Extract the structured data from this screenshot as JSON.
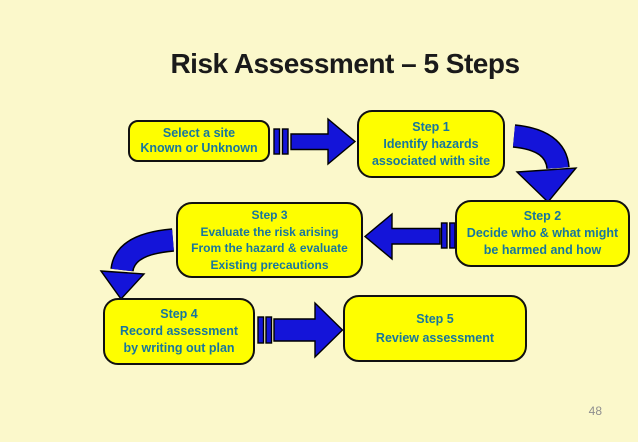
{
  "slide": {
    "title": "Risk Assessment – 5 Steps",
    "page_number": "48"
  },
  "colors": {
    "background": "#FBF8CB",
    "box_fill": "#FEFE00",
    "box_border": "#111111",
    "box_text": "#17769E",
    "arrow_fill": "#1414D9",
    "arrow_outline": "#000000",
    "title_text": "#1A1A1A",
    "page_number_text": "#8F8F8F"
  },
  "boxes": [
    {
      "id": "select-site",
      "lines": [
        "Select a site",
        "Known or Unknown"
      ]
    },
    {
      "id": "step-1",
      "lines": [
        "Step 1",
        "Identify hazards",
        "associated with site"
      ]
    },
    {
      "id": "step-2",
      "lines": [
        "Step 2",
        "Decide who & what might",
        "be harmed and how"
      ]
    },
    {
      "id": "step-3",
      "lines": [
        "Step 3",
        "Evaluate the risk arising",
        "From the hazard & evaluate",
        "Existing precautions"
      ]
    },
    {
      "id": "step-4",
      "lines": [
        "Step 4",
        "Record assessment",
        "by writing out plan"
      ]
    },
    {
      "id": "step-5",
      "lines": [
        "Step 5",
        "Review assessment"
      ]
    }
  ],
  "arrows": [
    {
      "name": "arrow-select-to-step1",
      "type": "striped-right"
    },
    {
      "name": "arrow-step1-to-step2",
      "type": "curved-down-right"
    },
    {
      "name": "arrow-step2-to-step3",
      "type": "striped-left"
    },
    {
      "name": "arrow-step3-to-step4",
      "type": "curved-down-left"
    },
    {
      "name": "arrow-step4-to-step5",
      "type": "striped-right"
    }
  ]
}
